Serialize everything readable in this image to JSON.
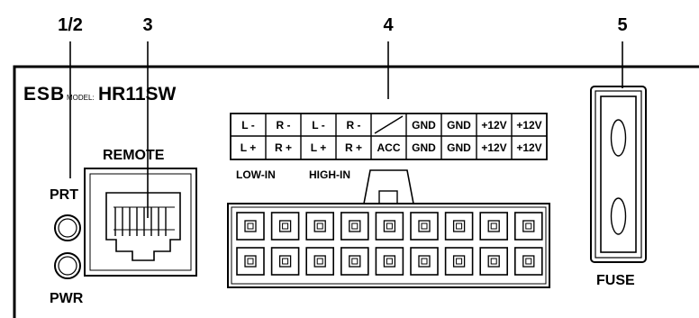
{
  "callouts": {
    "c12": "1/2",
    "c3": "3",
    "c4": "4",
    "c5": "5"
  },
  "panel": {
    "brand": "ESB",
    "model_prefix": "MODEL:",
    "model": "HR11SW"
  },
  "remote_label": "REMOTE",
  "prt_label": "PRT",
  "pwr_label": "PWR",
  "fuse_label": "FUSE",
  "terminal_table": {
    "row1": [
      "L -",
      "R -",
      "L -",
      "R -",
      "",
      "GND",
      "GND",
      "+12V",
      "+12V"
    ],
    "row2": [
      "L +",
      "R +",
      "L +",
      "R +",
      "ACC",
      "GND",
      "GND",
      "+12V",
      "+12V"
    ]
  },
  "low_in_label": "LOW-IN",
  "high_in_label": "HIGH-IN"
}
